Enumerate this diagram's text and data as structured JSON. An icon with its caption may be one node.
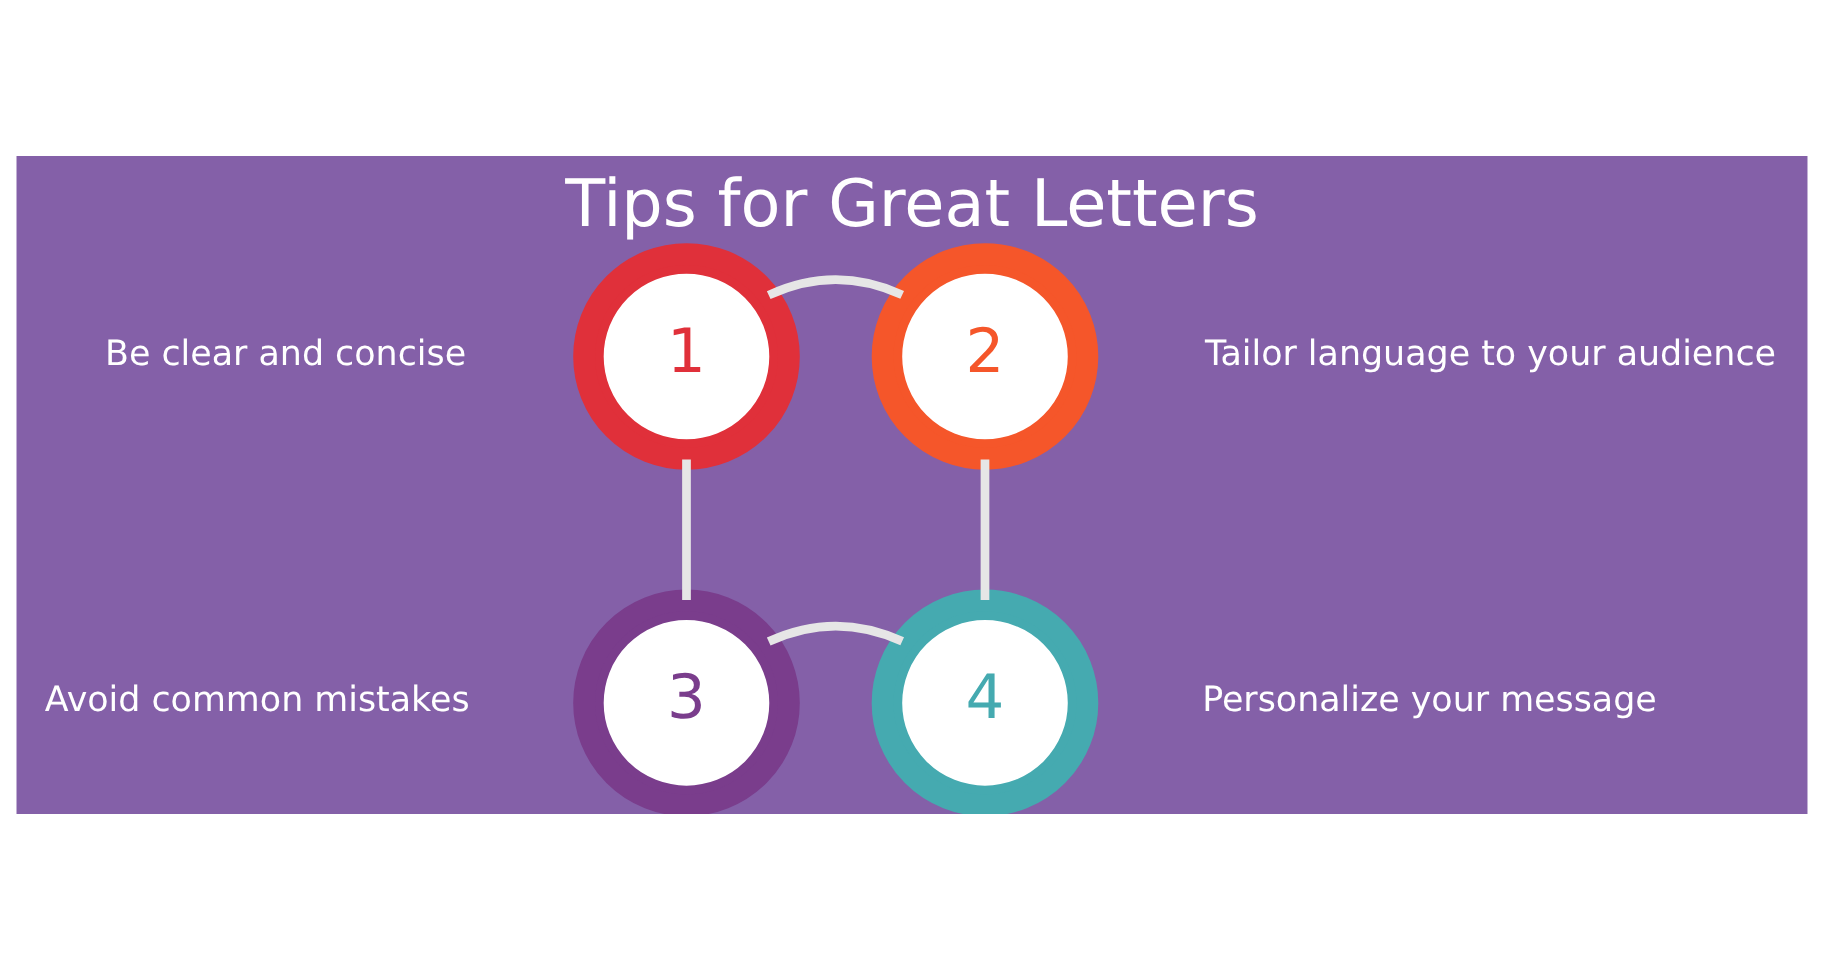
{
  "diagram": {
    "title": "Tips for Great Letters",
    "nodes": [
      {
        "text": [
          "1"
        ],
        "beside": [
          "Be clear and concise"
        ]
      },
      {
        "text": [
          "2"
        ],
        "beside": [
          "Tailor language to your audience"
        ]
      },
      {
        "text": [
          "3"
        ],
        "beside": [
          "Avoid common mistakes"
        ]
      },
      {
        "text": [
          "4"
        ],
        "beside": [
          "Personalize your message"
        ]
      }
    ],
    "edges": [
      {
        "from": 0,
        "to": 1,
        "arrow": "none"
      },
      {
        "from": 1,
        "to": 3,
        "arrow": "none"
      },
      {
        "from": 3,
        "to": 2,
        "arrow": "none"
      },
      {
        "from": 2,
        "to": 0,
        "arrow": "none"
      }
    ]
  }
}
